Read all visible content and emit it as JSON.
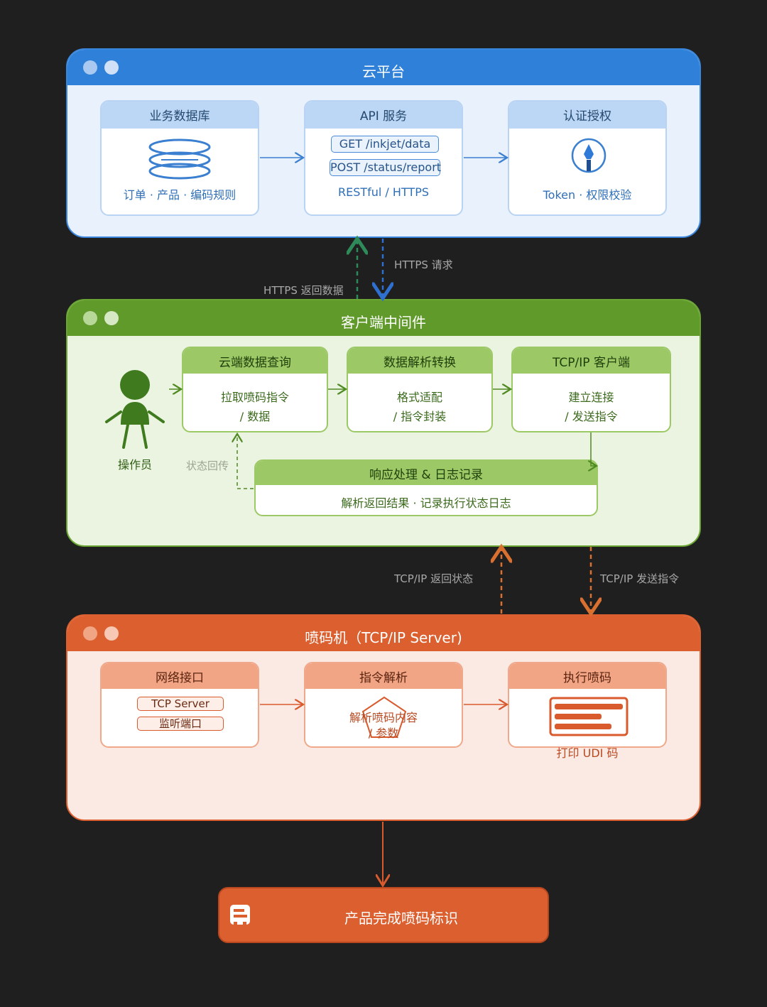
{
  "colors": {
    "background": "#1f1f1f",
    "cloud_accent": "#2f80d8",
    "middleware_accent": "#5f9a2a",
    "printer_accent": "#dc5f30",
    "https_return_arrow": "#2f8a5a",
    "https_request_arrow": "#2f6fcf",
    "tcp_arrow": "#d9702f"
  },
  "cloud": {
    "title": "云平台",
    "database": {
      "title": "业务数据库",
      "desc": "订单 · 产品 · 编码规则",
      "icon": "database-icon"
    },
    "api": {
      "title": "API 服务",
      "endpoint_get": "GET /inkjet/data",
      "endpoint_post": "POST /status/report",
      "protocol": "RESTful / HTTPS"
    },
    "auth": {
      "title": "认证授权",
      "desc": "Token · 权限校验",
      "icon": "pen-nib-icon"
    }
  },
  "links": {
    "https_return": "HTTPS 返回数据",
    "https_request": "HTTPS 请求",
    "status_back": "状态回传",
    "tcp_return": "TCP/IP 返回状态",
    "tcp_send": "TCP/IP 发送指令"
  },
  "middleware": {
    "title": "客户端中间件",
    "operator": {
      "label": "操作员",
      "icon": "person-icon"
    },
    "query": {
      "title": "云端数据查询",
      "line1": "拉取喷码指令",
      "line2": "/ 数据"
    },
    "parse": {
      "title": "数据解析转换",
      "line1": "格式适配",
      "line2": "/ 指令封装"
    },
    "tcp_client": {
      "title": "TCP/IP 客户端",
      "line1": "建立连接",
      "line2": "/ 发送指令"
    },
    "response": {
      "title": "响应处理 & 日志记录",
      "desc": "解析返回结果 · 记录执行状态日志"
    }
  },
  "printer": {
    "title": "喷码机（TCP/IP Server)",
    "network": {
      "title": "网络接口",
      "chip1": "TCP Server",
      "chip2": "监听端口"
    },
    "parse": {
      "title": "指令解析",
      "line1": "解析喷码内容",
      "line2": "/ 参数",
      "icon": "pentagon-icon"
    },
    "execute": {
      "title": "执行喷码",
      "desc": "打印 UDI 码",
      "icon": "printer-lines-icon"
    }
  },
  "result": {
    "label": "产品完成喷码标识",
    "icon": "label-icon"
  }
}
